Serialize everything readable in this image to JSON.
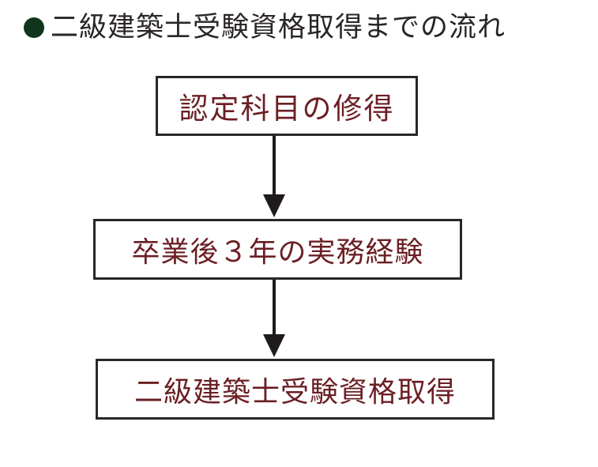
{
  "title": "二級建築士受験資格取得までの流れ",
  "bullet": "filled-circle-icon",
  "colors": {
    "bullet": "#10351c",
    "box_text": "#6b1f24",
    "border": "#2a2528",
    "arrow": "#1f1a1c"
  },
  "flow": {
    "steps": [
      {
        "label": "認定科目の修得"
      },
      {
        "label": "卒業後３年の実務経験"
      },
      {
        "label": "二級建築士受験資格取得"
      }
    ]
  }
}
